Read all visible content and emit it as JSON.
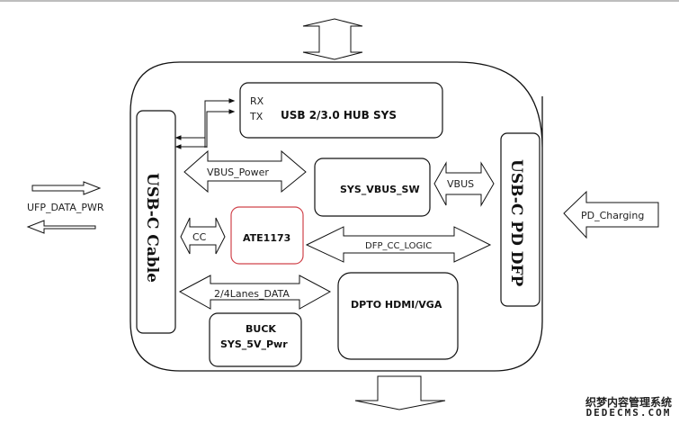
{
  "diagram": {
    "external": {
      "ufp_label": "UFP_DATA_PWR",
      "pd_charging_label": "PD_Charging"
    },
    "blocks": {
      "usb_c_cable": "USB-C Cable",
      "usb_c_pd_dfp": "USB-C PD DFP",
      "hub_rx": "RX",
      "hub_tx": "TX",
      "hub_title": "USB 2/3.0 HUB SYS",
      "sys_vbus_sw": "SYS_VBUS_SW",
      "ate1173": "ATE1173",
      "dpto": "DPTO HDMI/VGA",
      "buck_line1": "BUCK",
      "buck_line2": "SYS_5V_Pwr"
    },
    "arrows": {
      "vbus_power": "VBUS_Power",
      "vbus": "VBUS",
      "cc": "CC",
      "dfp_cc_logic": "DFP_CC_LOGIC",
      "lanes_data": "2/4Lanes_DATA"
    },
    "colors": {
      "line": "#111111",
      "ate_border": "#d0434b"
    }
  },
  "watermark": {
    "line1": "织梦内容管理系统",
    "line2": "DEDECMS.COM"
  }
}
